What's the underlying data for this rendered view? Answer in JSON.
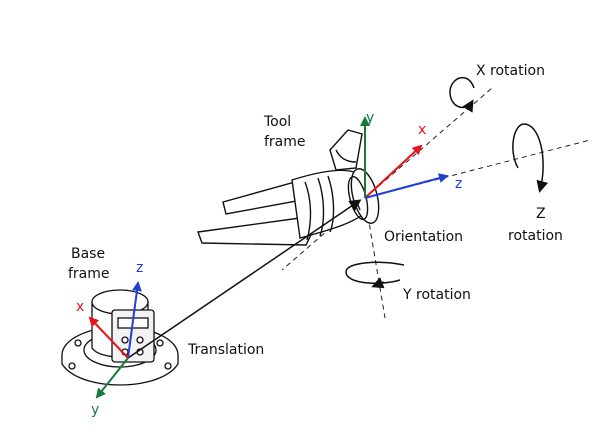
{
  "labels": {
    "tool_frame_1": "Tool",
    "tool_frame_2": "frame",
    "base_frame_1": "Base",
    "base_frame_2": "frame",
    "translation": "Translation",
    "orientation": "Orientation",
    "x_rotation": "X rotation",
    "y_rotation": "Y rotation",
    "z_rotation_1": "Z",
    "z_rotation_2": "rotation"
  },
  "axes": {
    "tool_x": "x",
    "tool_y": "y",
    "tool_z": "z",
    "base_x": "x",
    "base_y": "y",
    "base_z": "z"
  },
  "colors": {
    "x_axis": "#e8141b",
    "y_axis": "#1a7a3c",
    "z_axis": "#1f3fd6",
    "line": "#111111"
  }
}
